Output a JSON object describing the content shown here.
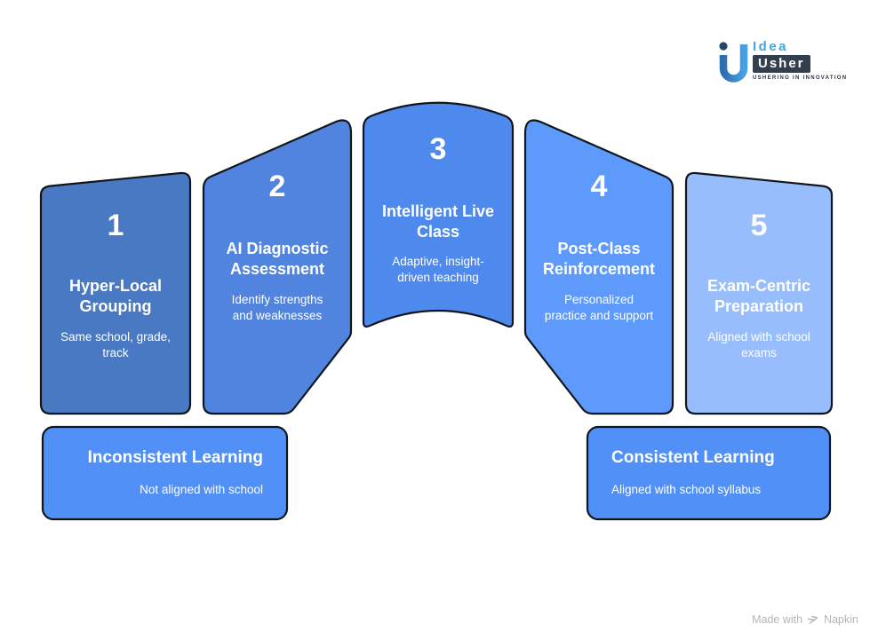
{
  "brand": {
    "name_top": "Idea",
    "name_bottom": "Usher",
    "tagline": "USHERING IN INNOVATION",
    "idea_text_color": "#4aa4da",
    "badge_color": "#333e4e",
    "mark_dot_color": "#25476b",
    "mark_left_color": "#2b6fae",
    "mark_right_color": "#47a0e3"
  },
  "steps": [
    {
      "number": "1",
      "title": "Hyper-Local\nGrouping",
      "subtitle": "Same school, grade,\ntrack",
      "color": "#4a79c3"
    },
    {
      "number": "2",
      "title": "AI Diagnostic\nAssessment",
      "subtitle": "Identify strengths\nand weaknesses",
      "color": "#5184de"
    },
    {
      "number": "3",
      "title": "Intelligent Live\nClass",
      "subtitle": "Adaptive, insight-\ndriven teaching",
      "color": "#4e8aee"
    },
    {
      "number": "4",
      "title": "Post-Class\nReinforcement",
      "subtitle": "Personalized\npractice and support",
      "color": "#5d9afc"
    },
    {
      "number": "5",
      "title": "Exam-Centric\nPreparation",
      "subtitle": "Aligned with school\nexams",
      "color": "#98bdfd"
    }
  ],
  "outcomes": [
    {
      "title": "Inconsistent Learning",
      "subtitle": "Not aligned with school",
      "color": "#5190f6"
    },
    {
      "title": "Consistent Learning",
      "subtitle": "Aligned with school syllabus",
      "color": "#5190f6"
    }
  ],
  "credit": {
    "prefix": "Made with",
    "brand": "Napkin"
  },
  "stroke_color": "#11161d"
}
